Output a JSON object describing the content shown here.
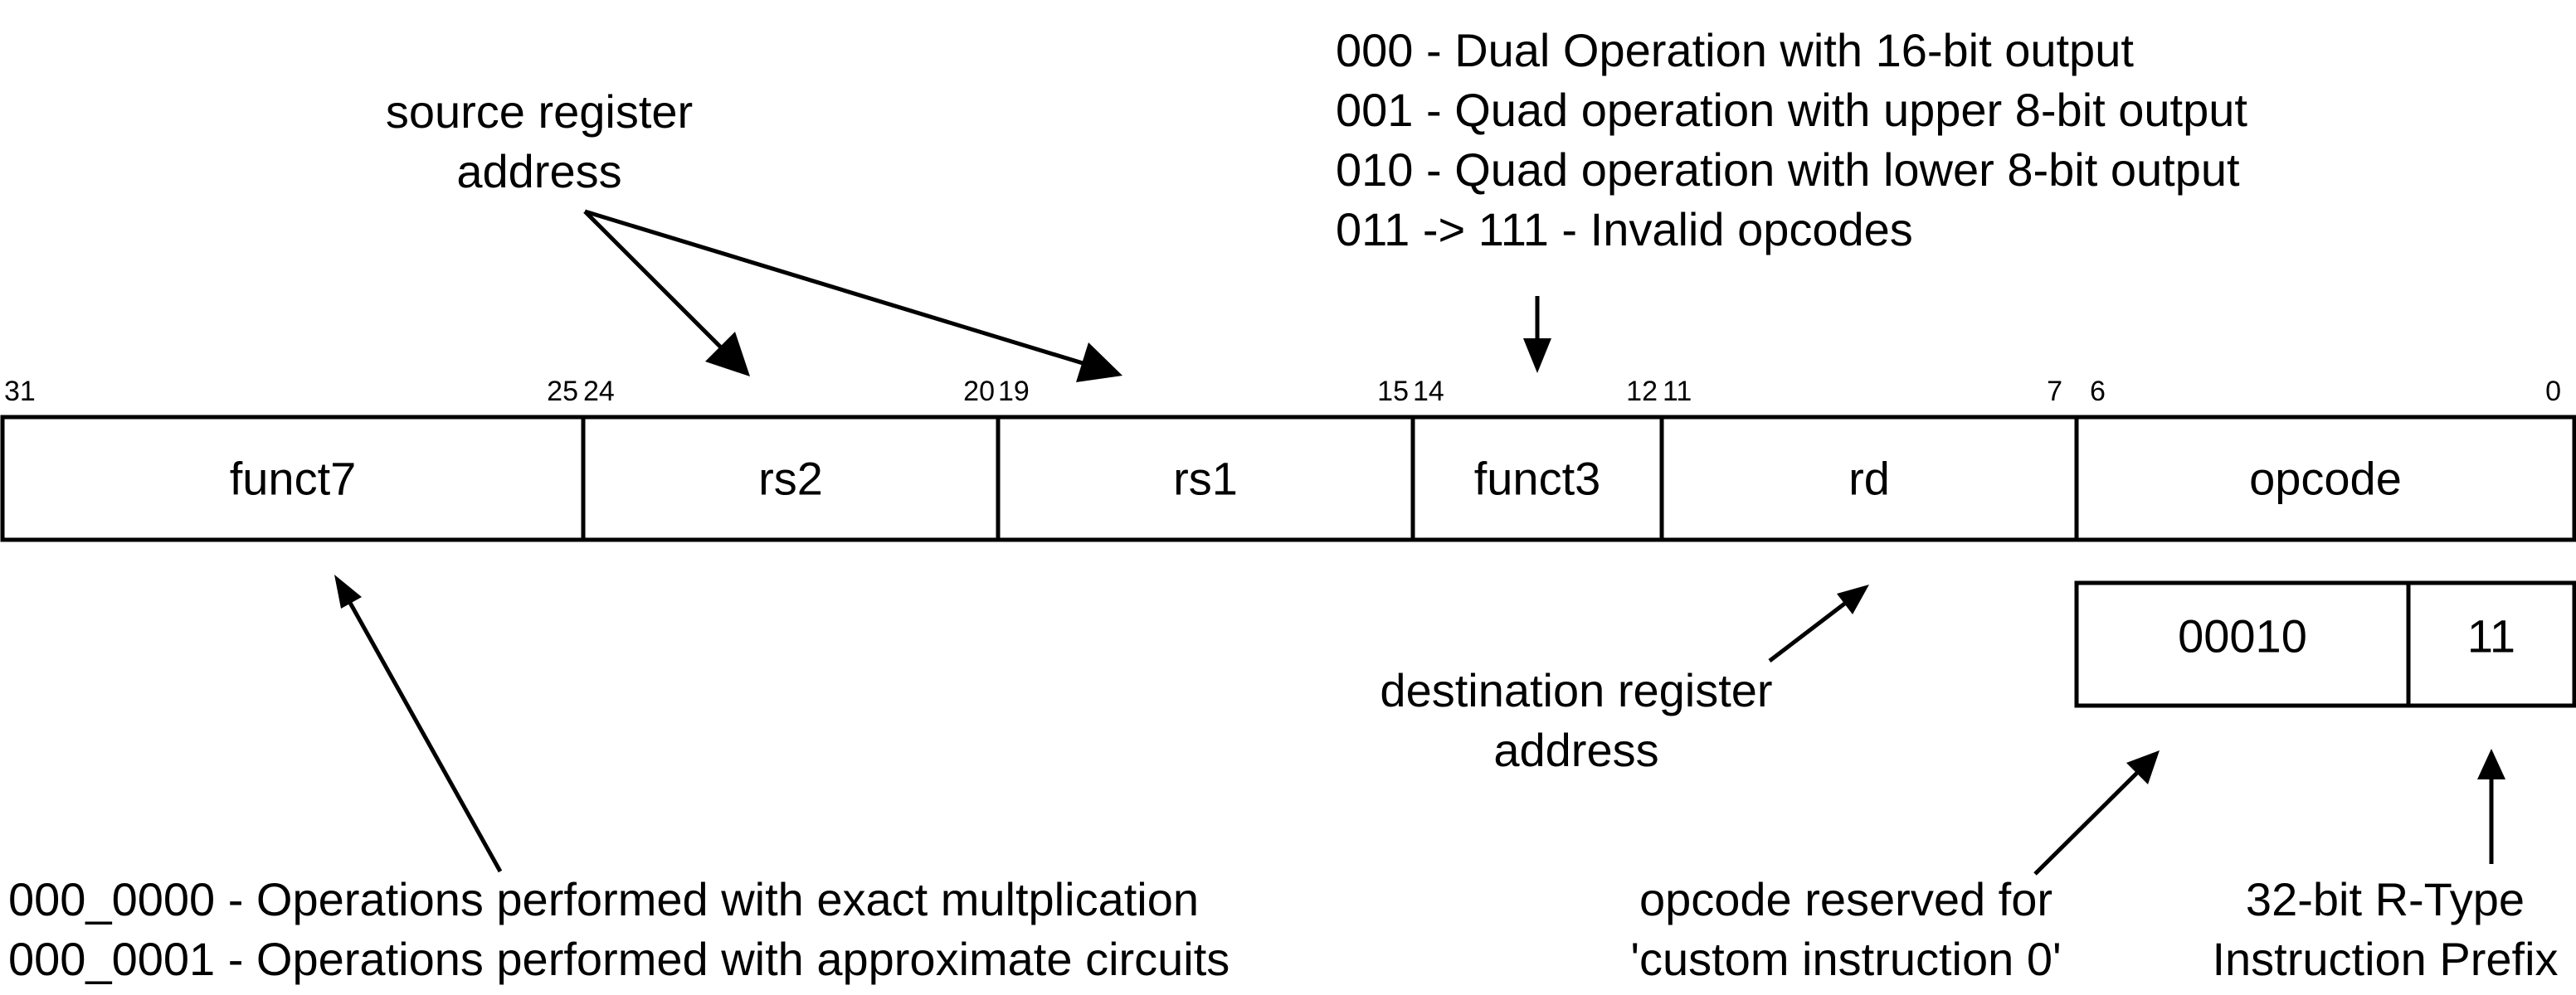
{
  "fields": [
    {
      "name": "funct7",
      "bit_high": "31",
      "bit_low": "25"
    },
    {
      "name": "rs2",
      "bit_high": "24",
      "bit_low": "20"
    },
    {
      "name": "rs1",
      "bit_high": "19",
      "bit_low": "15"
    },
    {
      "name": "funct3",
      "bit_high": "14",
      "bit_low": "12"
    },
    {
      "name": "rd",
      "bit_high": "11",
      "bit_low": "7"
    },
    {
      "name": "opcode",
      "bit_high": "6",
      "bit_low": "0"
    }
  ],
  "opcode_breakdown": {
    "upper": "00010",
    "lower": "11"
  },
  "annotations": {
    "source_register": [
      "source register",
      "address"
    ],
    "funct3_codes": [
      "000 - Dual Operation with 16-bit output",
      "001 - Quad operation with upper 8-bit output",
      "010 - Quad operation with lower 8-bit output",
      "011 -> 111 - Invalid opcodes"
    ],
    "destination_register": [
      "destination register",
      "address"
    ],
    "funct7_codes": [
      "000_0000 - Operations performed with exact multplication",
      "000_0001 - Operations performed with approximate circuits"
    ],
    "custom_opcode": [
      "opcode reserved for",
      "'custom instruction 0'"
    ],
    "rtype_prefix": [
      "32-bit R-Type",
      "Instruction Prefix"
    ]
  }
}
